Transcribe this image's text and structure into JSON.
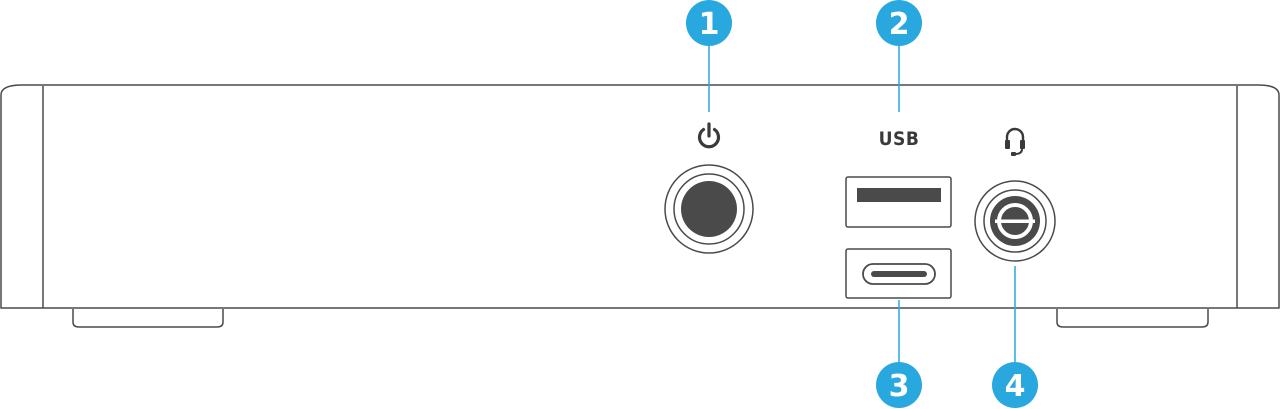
{
  "colors": {
    "callout": "#29a8e0",
    "outline": "#4a4a4a",
    "port_fill": "#4a4a4a"
  },
  "icons": {
    "power": "power-icon",
    "headset": "headset-icon"
  },
  "labels": {
    "usb": "USB"
  },
  "callouts": [
    {
      "number": "1",
      "target": "power-button"
    },
    {
      "number": "2",
      "target": "usb-a-port"
    },
    {
      "number": "3",
      "target": "usb-c-port"
    },
    {
      "number": "4",
      "target": "headset-jack"
    }
  ]
}
